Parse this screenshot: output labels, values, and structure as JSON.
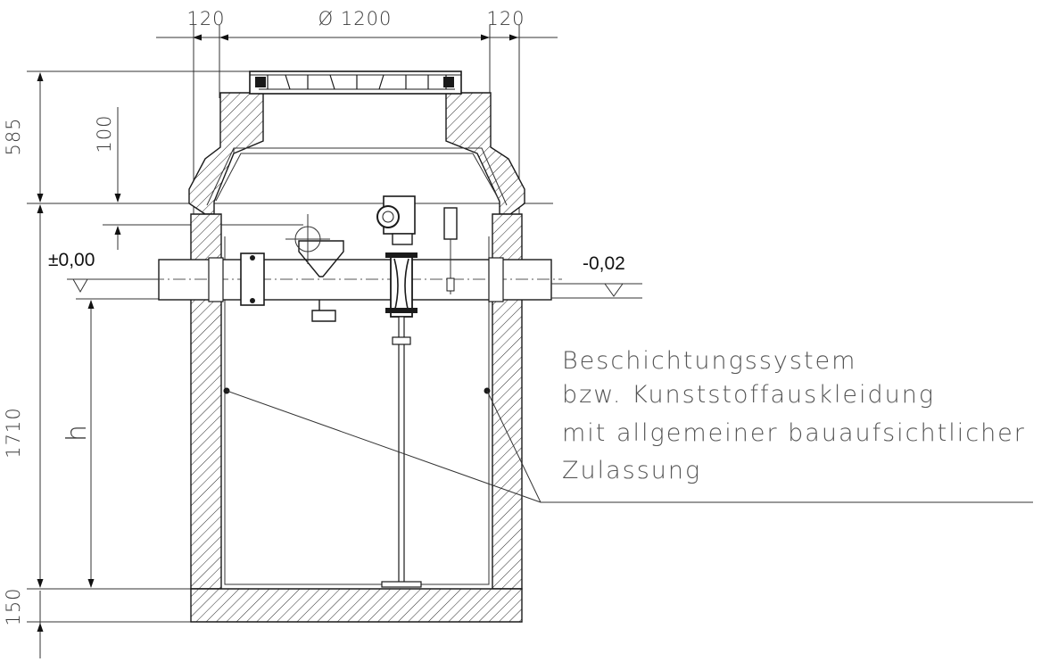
{
  "dimensions": {
    "top_left": "120",
    "top_center": "Ø 1200",
    "top_right": "120",
    "left_585": "585",
    "left_100": "100",
    "left_1710": "1710",
    "left_150": "150",
    "left_h": "h"
  },
  "levels": {
    "inlet": "±0,00",
    "outlet": "-0,02"
  },
  "annotation": {
    "line1": "Beschichtungssystem",
    "line2": "bzw. Kunststoffauskleidung",
    "line3": "mit allgemeiner bauaufsichtlicher",
    "line4": "Zulassung"
  }
}
